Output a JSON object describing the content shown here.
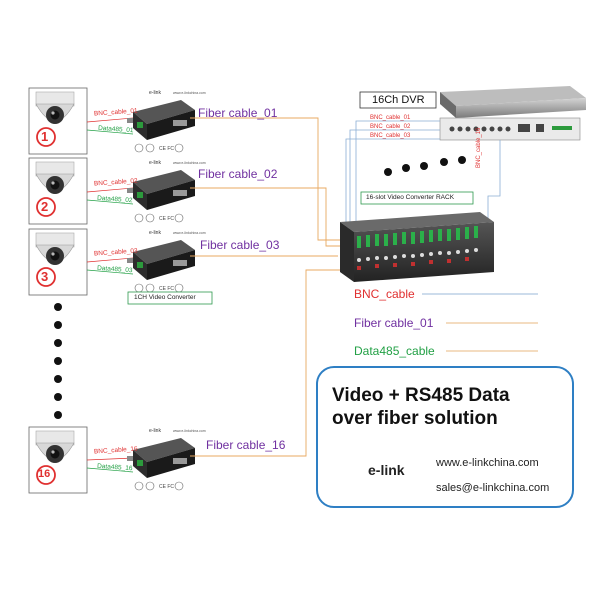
{
  "title": {
    "line1": "Video + RS485 Data",
    "line2": "over fiber solution"
  },
  "brand": "e-link",
  "website": "www.e-linkchina.com",
  "email": "sales@e-linkchina.com",
  "dvr_label": "16Ch DVR",
  "rack_label": "16-slot Video Converter RACK",
  "converter_label": "1CH Video Converter",
  "dvr_cable_labels": [
    "BNC_cable_01",
    "BNC_cable_02",
    "BNC_cable_03"
  ],
  "dvr_cable_last": "BNC_cable_16",
  "cameras": [
    {
      "num": "1",
      "bnc": "BNC_cable_01",
      "data": "Data485_01",
      "fiber": "Fiber cable_01"
    },
    {
      "num": "2",
      "bnc": "BNC_cable_02",
      "data": "Data485_02",
      "fiber": "Fiber cable_02"
    },
    {
      "num": "3",
      "bnc": "BNC_cable_03",
      "data": "Data485_03",
      "fiber": "Fiber cable_03"
    },
    {
      "num": "16",
      "bnc": "BNC_cable_16",
      "data": "Data485_16",
      "fiber": "Fiber cable_16"
    }
  ],
  "legend": [
    {
      "label": "BNC_cable",
      "color": "#e03030",
      "line": "#9bb8d8"
    },
    {
      "label": "Fiber cable_01",
      "color": "#7030a0",
      "line": "#e8b880"
    },
    {
      "label": "Data485_cable",
      "color": "#22a045",
      "line": "#e8b880"
    }
  ],
  "colors": {
    "bnc": "#e03030",
    "fiber": "#7030a0",
    "data485": "#22a045",
    "fiber_line": "#e8a860",
    "bnc_line": "#8aaed4",
    "accent_border": "#2e7fc4"
  },
  "icons": [
    "dome-camera-icon",
    "fiber-converter-icon",
    "dvr-icon",
    "rack-icon",
    "e-link-logo-icon",
    "ce-mark-icon"
  ]
}
